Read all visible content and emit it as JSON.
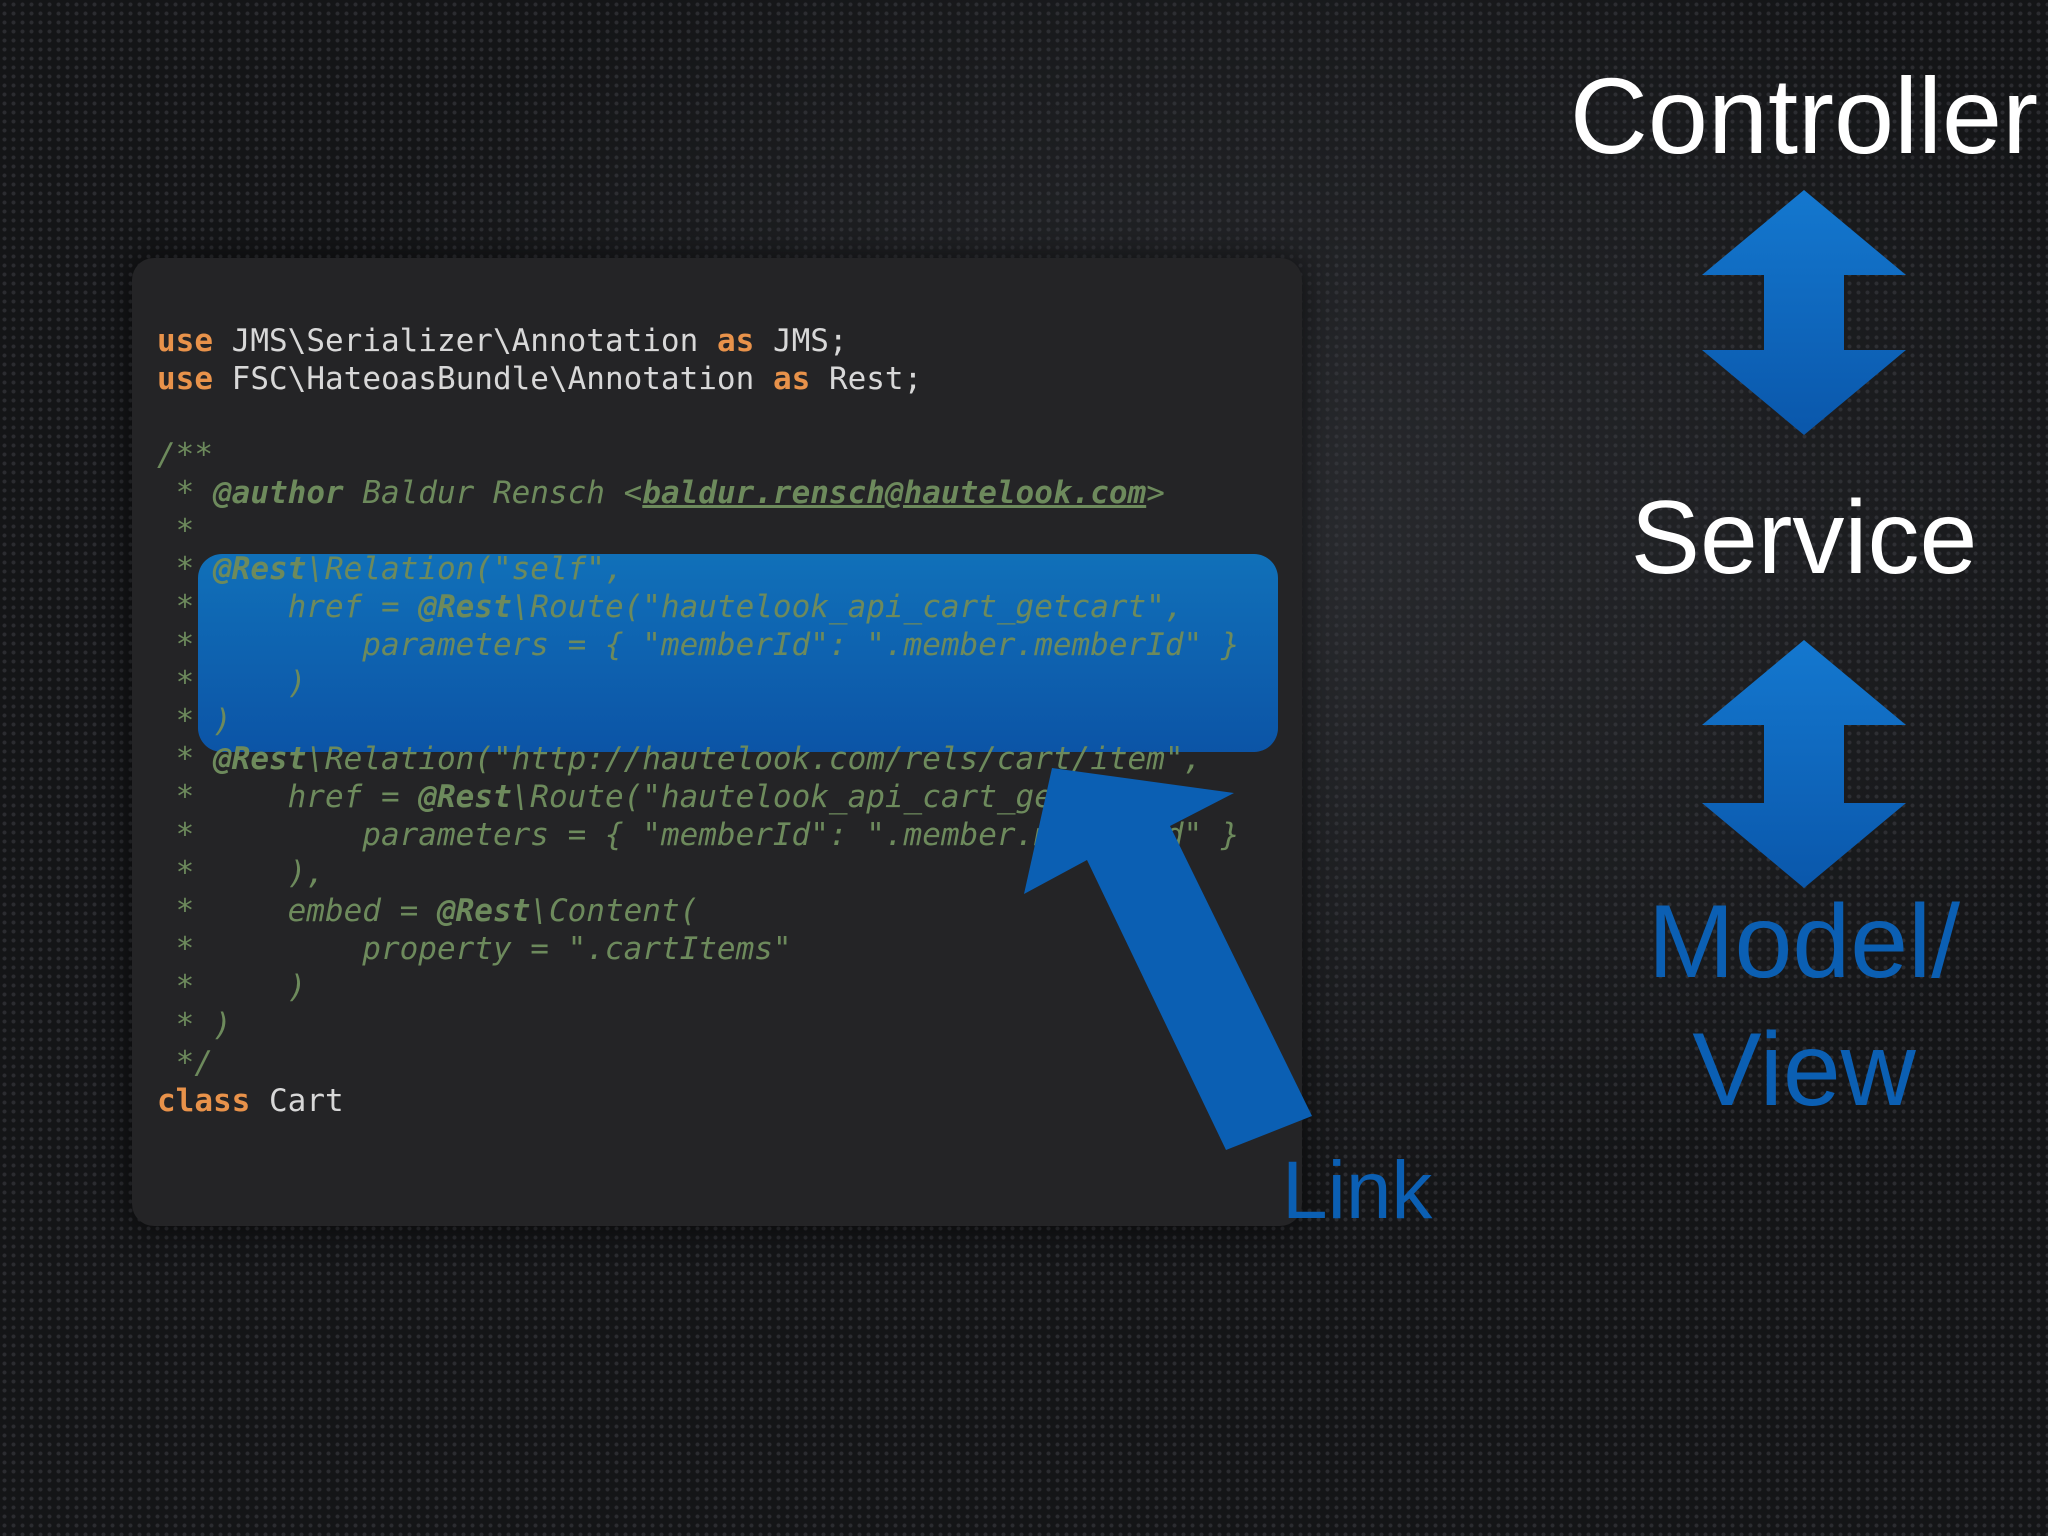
{
  "slide": {
    "labels": {
      "controller": "Controller",
      "service": "Service",
      "model_line1": "Model/",
      "model_line2": "View",
      "link": "Link"
    },
    "colors": {
      "background": "#141517",
      "code_panel": "#242426",
      "highlight": "#0a6abf",
      "arrow_blue": "#0b5fb3",
      "keyword": "#e8924a",
      "comment": "#6d8a5c",
      "code_text": "#d8d8d8"
    },
    "icons": {
      "controller_service_arrow": "double-headed-vertical-arrow",
      "service_model_arrow": "double-headed-vertical-arrow",
      "link_arrow": "diagonal-pointer-arrow"
    }
  },
  "code": {
    "use1": {
      "kw": "use",
      "ns": "JMS\\Serializer\\Annotation",
      "as": "as",
      "alias": "JMS;"
    },
    "use2": {
      "kw": "use",
      "ns": "FSC\\HateoasBundle\\Annotation",
      "as": "as",
      "alias": "Rest;"
    },
    "doc_open": "/**",
    "author_prefix": " * ",
    "author_tag": "@author",
    "author_name": " Baldur Rensch <",
    "author_email": "baldur.rensch@hautelook.com",
    "author_close": ">",
    "blank_star": " *",
    "r1_prefix": " * ",
    "r1_tag": "@Rest",
    "r1_rest": "\\Relation(\"self\",",
    "r2_prefix": " *     href = ",
    "r2_tag": "@Rest",
    "r2_rest": "\\Route(\"hautelook_api_cart_getcart\",",
    "r3": " *         parameters = { \"memberId\": \".member.memberId\" }",
    "r4": " *     )",
    "r5": " * )",
    "r6_prefix": " * ",
    "r6_tag": "@Rest",
    "r6_rest": "\\Relation(\"http://hautelook.com/rels/cart/item\",",
    "r7_prefix": " *     href = ",
    "r7_tag": "@Rest",
    "r7_rest": "\\Route(\"hautelook_api_cart_getcart\",",
    "r8": " *         parameters = { \"memberId\": \".member.memberId\" }",
    "r9": " *     ),",
    "r10_prefix": " *     embed = ",
    "r10_tag": "@Rest",
    "r10_rest": "\\Content(",
    "r11": " *         property = \".cartItems\"",
    "r12": " *     )",
    "r13": " * )",
    "doc_close": " */",
    "class_kw": "class",
    "class_name": " Cart"
  }
}
